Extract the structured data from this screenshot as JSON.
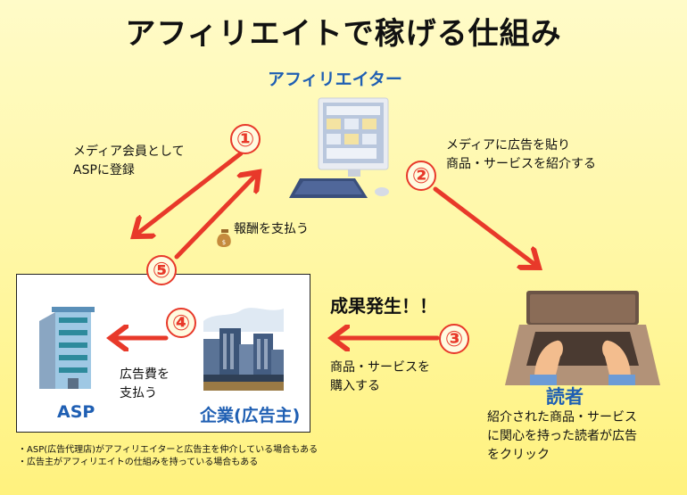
{
  "title": "アフィリエイトで稼げる仕組み",
  "nodes": {
    "affiliator": "アフィリエイター",
    "reader": "読者",
    "asp": "ASP",
    "company": "企業(広告主)"
  },
  "steps": {
    "s1": {
      "num": "①",
      "line1": "メディア会員として",
      "line2": "ASPに登録"
    },
    "s2": {
      "num": "②",
      "line1": "メディアに広告を貼り",
      "line2": "商品・サービスを紹介する"
    },
    "s3": {
      "num": "③",
      "line1": "商品・サービスを",
      "line2": "購入する",
      "headline": "成果発生！！"
    },
    "s4": {
      "num": "④",
      "line1": "広告費を",
      "line2": "支払う"
    },
    "s5": {
      "num": "⑤",
      "text": "報酬を支払う"
    }
  },
  "reader_desc": {
    "line1": "紹介された商品・サービス",
    "line2": "に関心を持った読者が広告",
    "line3": "をクリック"
  },
  "notes": [
    "・ASP(広告代理店)がアフィリエイターと広告主を仲介している場合もある",
    "・広告主がアフィリエイトの仕組みを持っている場合もある"
  ],
  "colors": {
    "arrow": "#e8392a",
    "label": "#1f5fb3"
  },
  "icons": [
    "computer-icon",
    "laptop-typing-icon",
    "building-icon",
    "city-icon",
    "money-bag-icon"
  ]
}
